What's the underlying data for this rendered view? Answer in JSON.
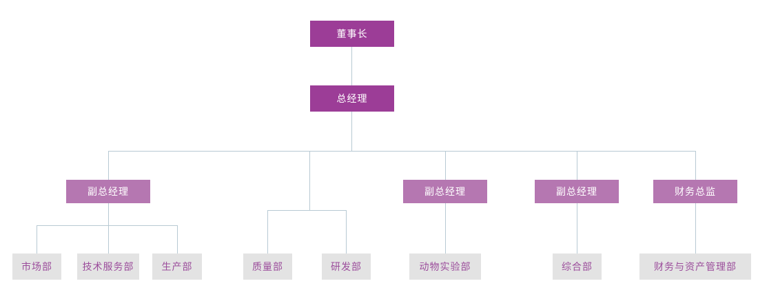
{
  "org": {
    "label": "董事长",
    "children": [
      {
        "label": "总经理",
        "children": [
          {
            "label": "副总经理",
            "children": [
              {
                "label": "市场部"
              },
              {
                "label": "技术服务部"
              },
              {
                "label": "生产部"
              }
            ]
          },
          {
            "label": "",
            "hidden": true,
            "children": [
              {
                "label": "质量部"
              },
              {
                "label": "研发部"
              }
            ]
          },
          {
            "label": "副总经理",
            "children": [
              {
                "label": "动物实验部"
              }
            ]
          },
          {
            "label": "副总经理",
            "children": [
              {
                "label": "综合部"
              }
            ]
          },
          {
            "label": "财务总监",
            "children": [
              {
                "label": "财务与资产管理部"
              }
            ]
          }
        ]
      }
    ]
  },
  "colors": {
    "executive_fill": "#9c3d97",
    "executive_text": "#ffffff",
    "manager_fill": "#b577b1",
    "department_fill": "#e3e3e3",
    "department_text": "#9b4c9b",
    "connector": "#b7c9d3",
    "background": "#ffffff"
  }
}
